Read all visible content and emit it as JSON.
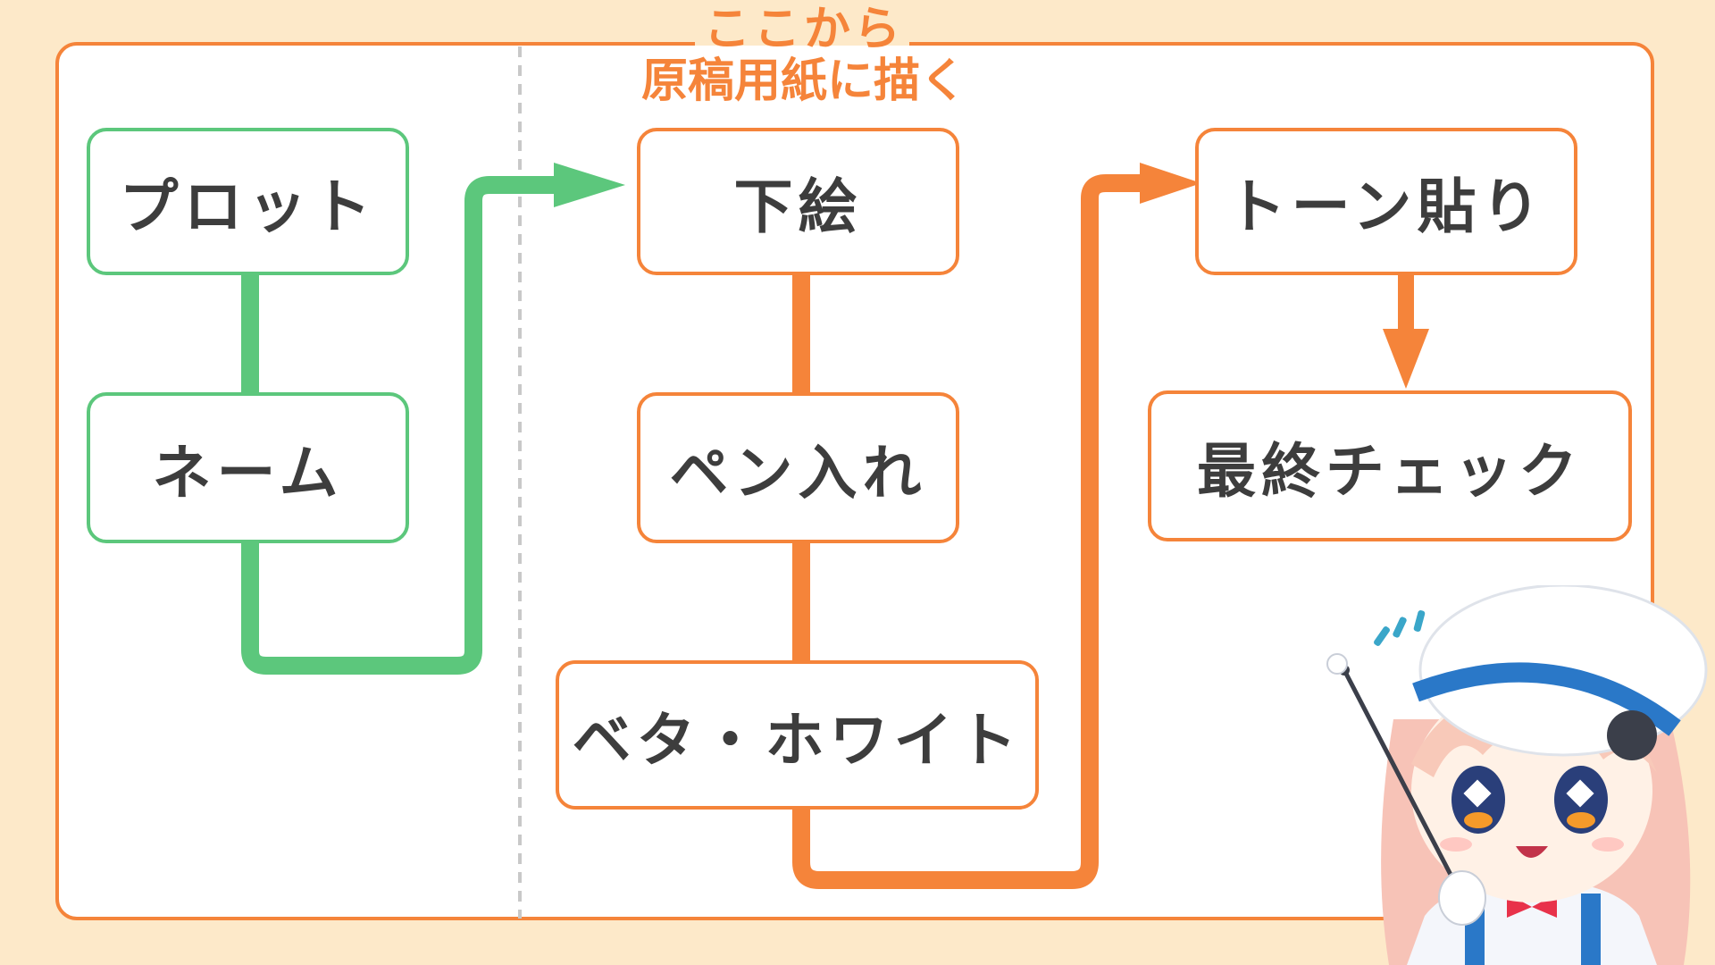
{
  "header": {
    "line1": "ここから",
    "line2": "原稿用紙に描く"
  },
  "steps": {
    "plot": "プロット",
    "name": "ネーム",
    "sketch": "下絵",
    "inking": "ペン入れ",
    "fill": "ベタ・ホワイト",
    "tone": "トーン貼り",
    "final": "最終チェック"
  },
  "colors": {
    "pre_stage": "#5cc77c",
    "manuscript_stage": "#f5843a",
    "text": "#3d3d3d",
    "background": "#fde9c9"
  },
  "decoration": {
    "mascot": "chibi-girl-with-pointer-icon"
  }
}
